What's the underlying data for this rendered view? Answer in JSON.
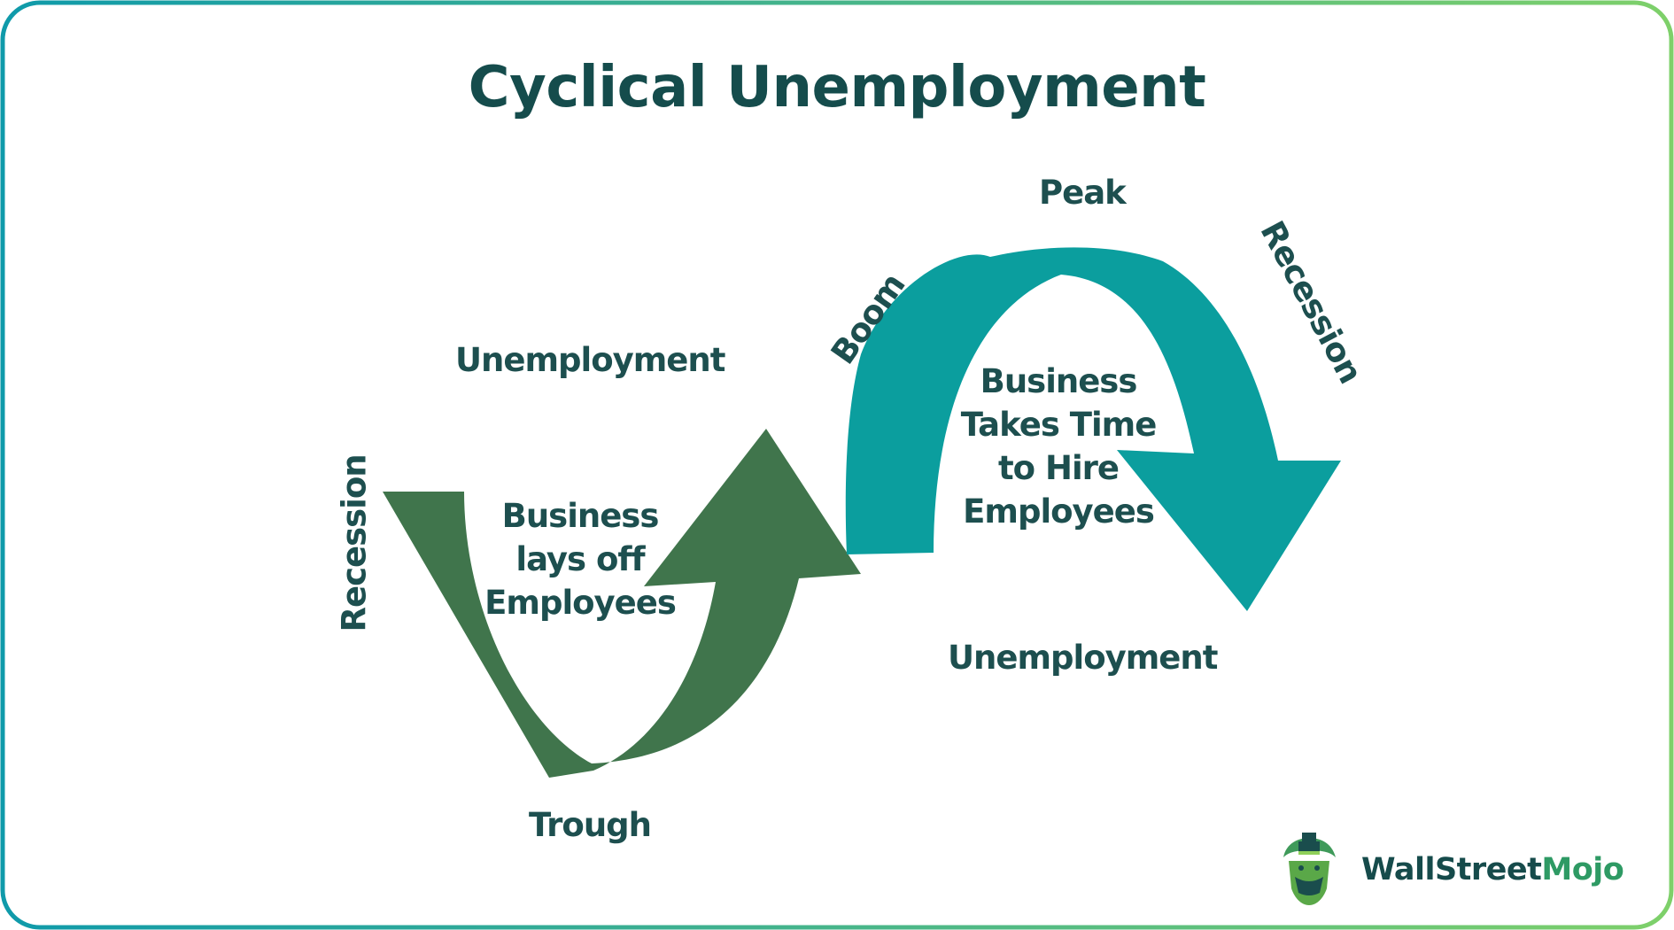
{
  "title": "Cyclical Unemployment",
  "labels": {
    "unemployment_top": "Unemployment",
    "unemployment_bottom": "Unemployment",
    "recession_left": "Recession",
    "recession_right": "Recession",
    "boom": "Boom",
    "peak": "Peak",
    "trough": "Trough",
    "layoff_line1": "Business",
    "layoff_line2": "lays off",
    "layoff_line3": "Employees",
    "hire_line1": "Business",
    "hire_line2": "Takes Time",
    "hire_line3": "to Hire",
    "hire_line4": "Employees"
  },
  "logo": {
    "part1": "WallStreet",
    "part2": "Mojo"
  },
  "colors": {
    "dark_green_arrow": "#40754c",
    "teal_arrow": "#0b9e9e",
    "text": "#1d4f4f",
    "border_start": "#0f9aaa",
    "border_end": "#7ed06a"
  }
}
